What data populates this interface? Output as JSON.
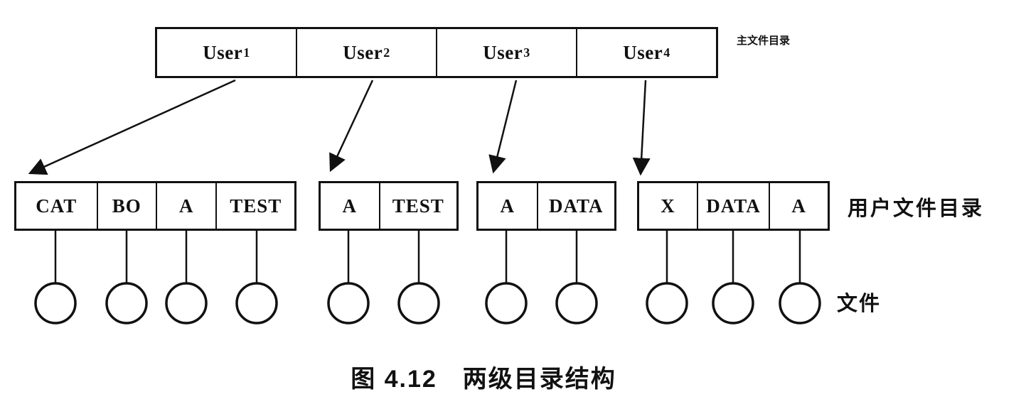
{
  "figure_caption": "图 4.12　两级目录结构",
  "labels": {
    "master_file_directory": "主文件目录",
    "user_file_directory": "用户文件目录",
    "file": "文件"
  },
  "master_file_directory": {
    "cells": [
      {
        "base": "User",
        "sub": "1"
      },
      {
        "base": "User",
        "sub": "2"
      },
      {
        "base": "User",
        "sub": "3"
      },
      {
        "base": "User",
        "sub": "4"
      }
    ]
  },
  "user_file_directories": [
    {
      "cells": [
        "CAT",
        "BO",
        "A",
        "TEST"
      ]
    },
    {
      "cells": [
        "A",
        "TEST"
      ]
    },
    {
      "cells": [
        "A",
        "DATA"
      ]
    },
    {
      "cells": [
        "X",
        "DATA",
        "A"
      ]
    }
  ],
  "colors": {
    "ink": "#111111",
    "background": "#ffffff"
  }
}
